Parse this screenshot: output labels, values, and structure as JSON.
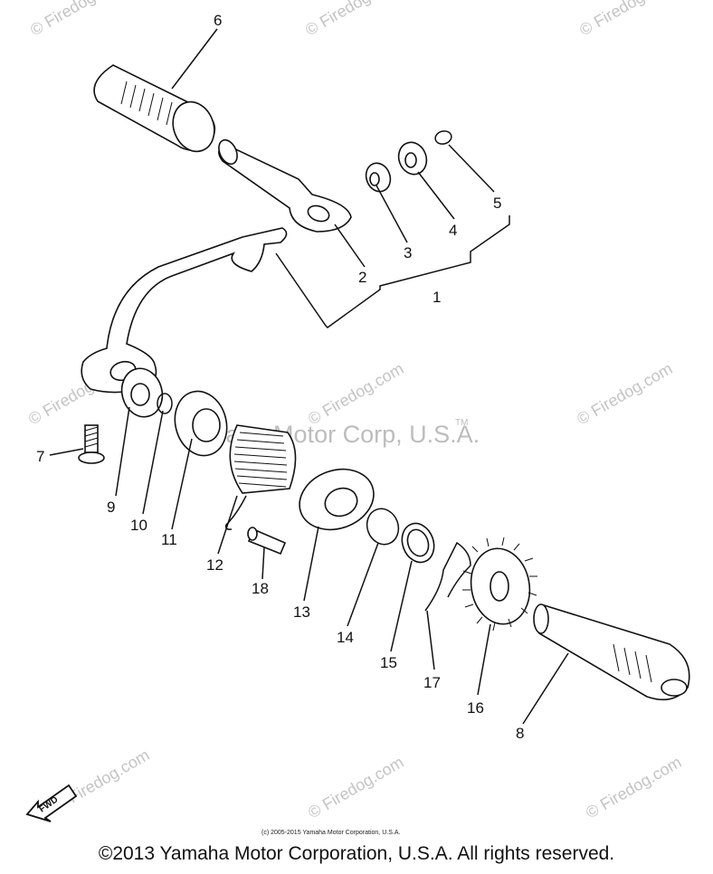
{
  "diagram": {
    "part_numbers": [
      "1",
      "2",
      "3",
      "4",
      "5",
      "6",
      "7",
      "8",
      "9",
      "10",
      "11",
      "12",
      "13",
      "14",
      "15",
      "16",
      "17",
      "18"
    ],
    "watermark": {
      "site": "© Firedog.com",
      "site_short": "Firedog.com",
      "center_text": "Yamaha Motor Corp, U.S.A.",
      "tm": "TM"
    },
    "direction_badge": "FWD",
    "small_copyright": "(c) 2005-2015 Yamaha Motor Corporation, U.S.A."
  },
  "footer": {
    "copyright": "©2013 Yamaha Motor Corporation, U.S.A. All rights reserved."
  }
}
